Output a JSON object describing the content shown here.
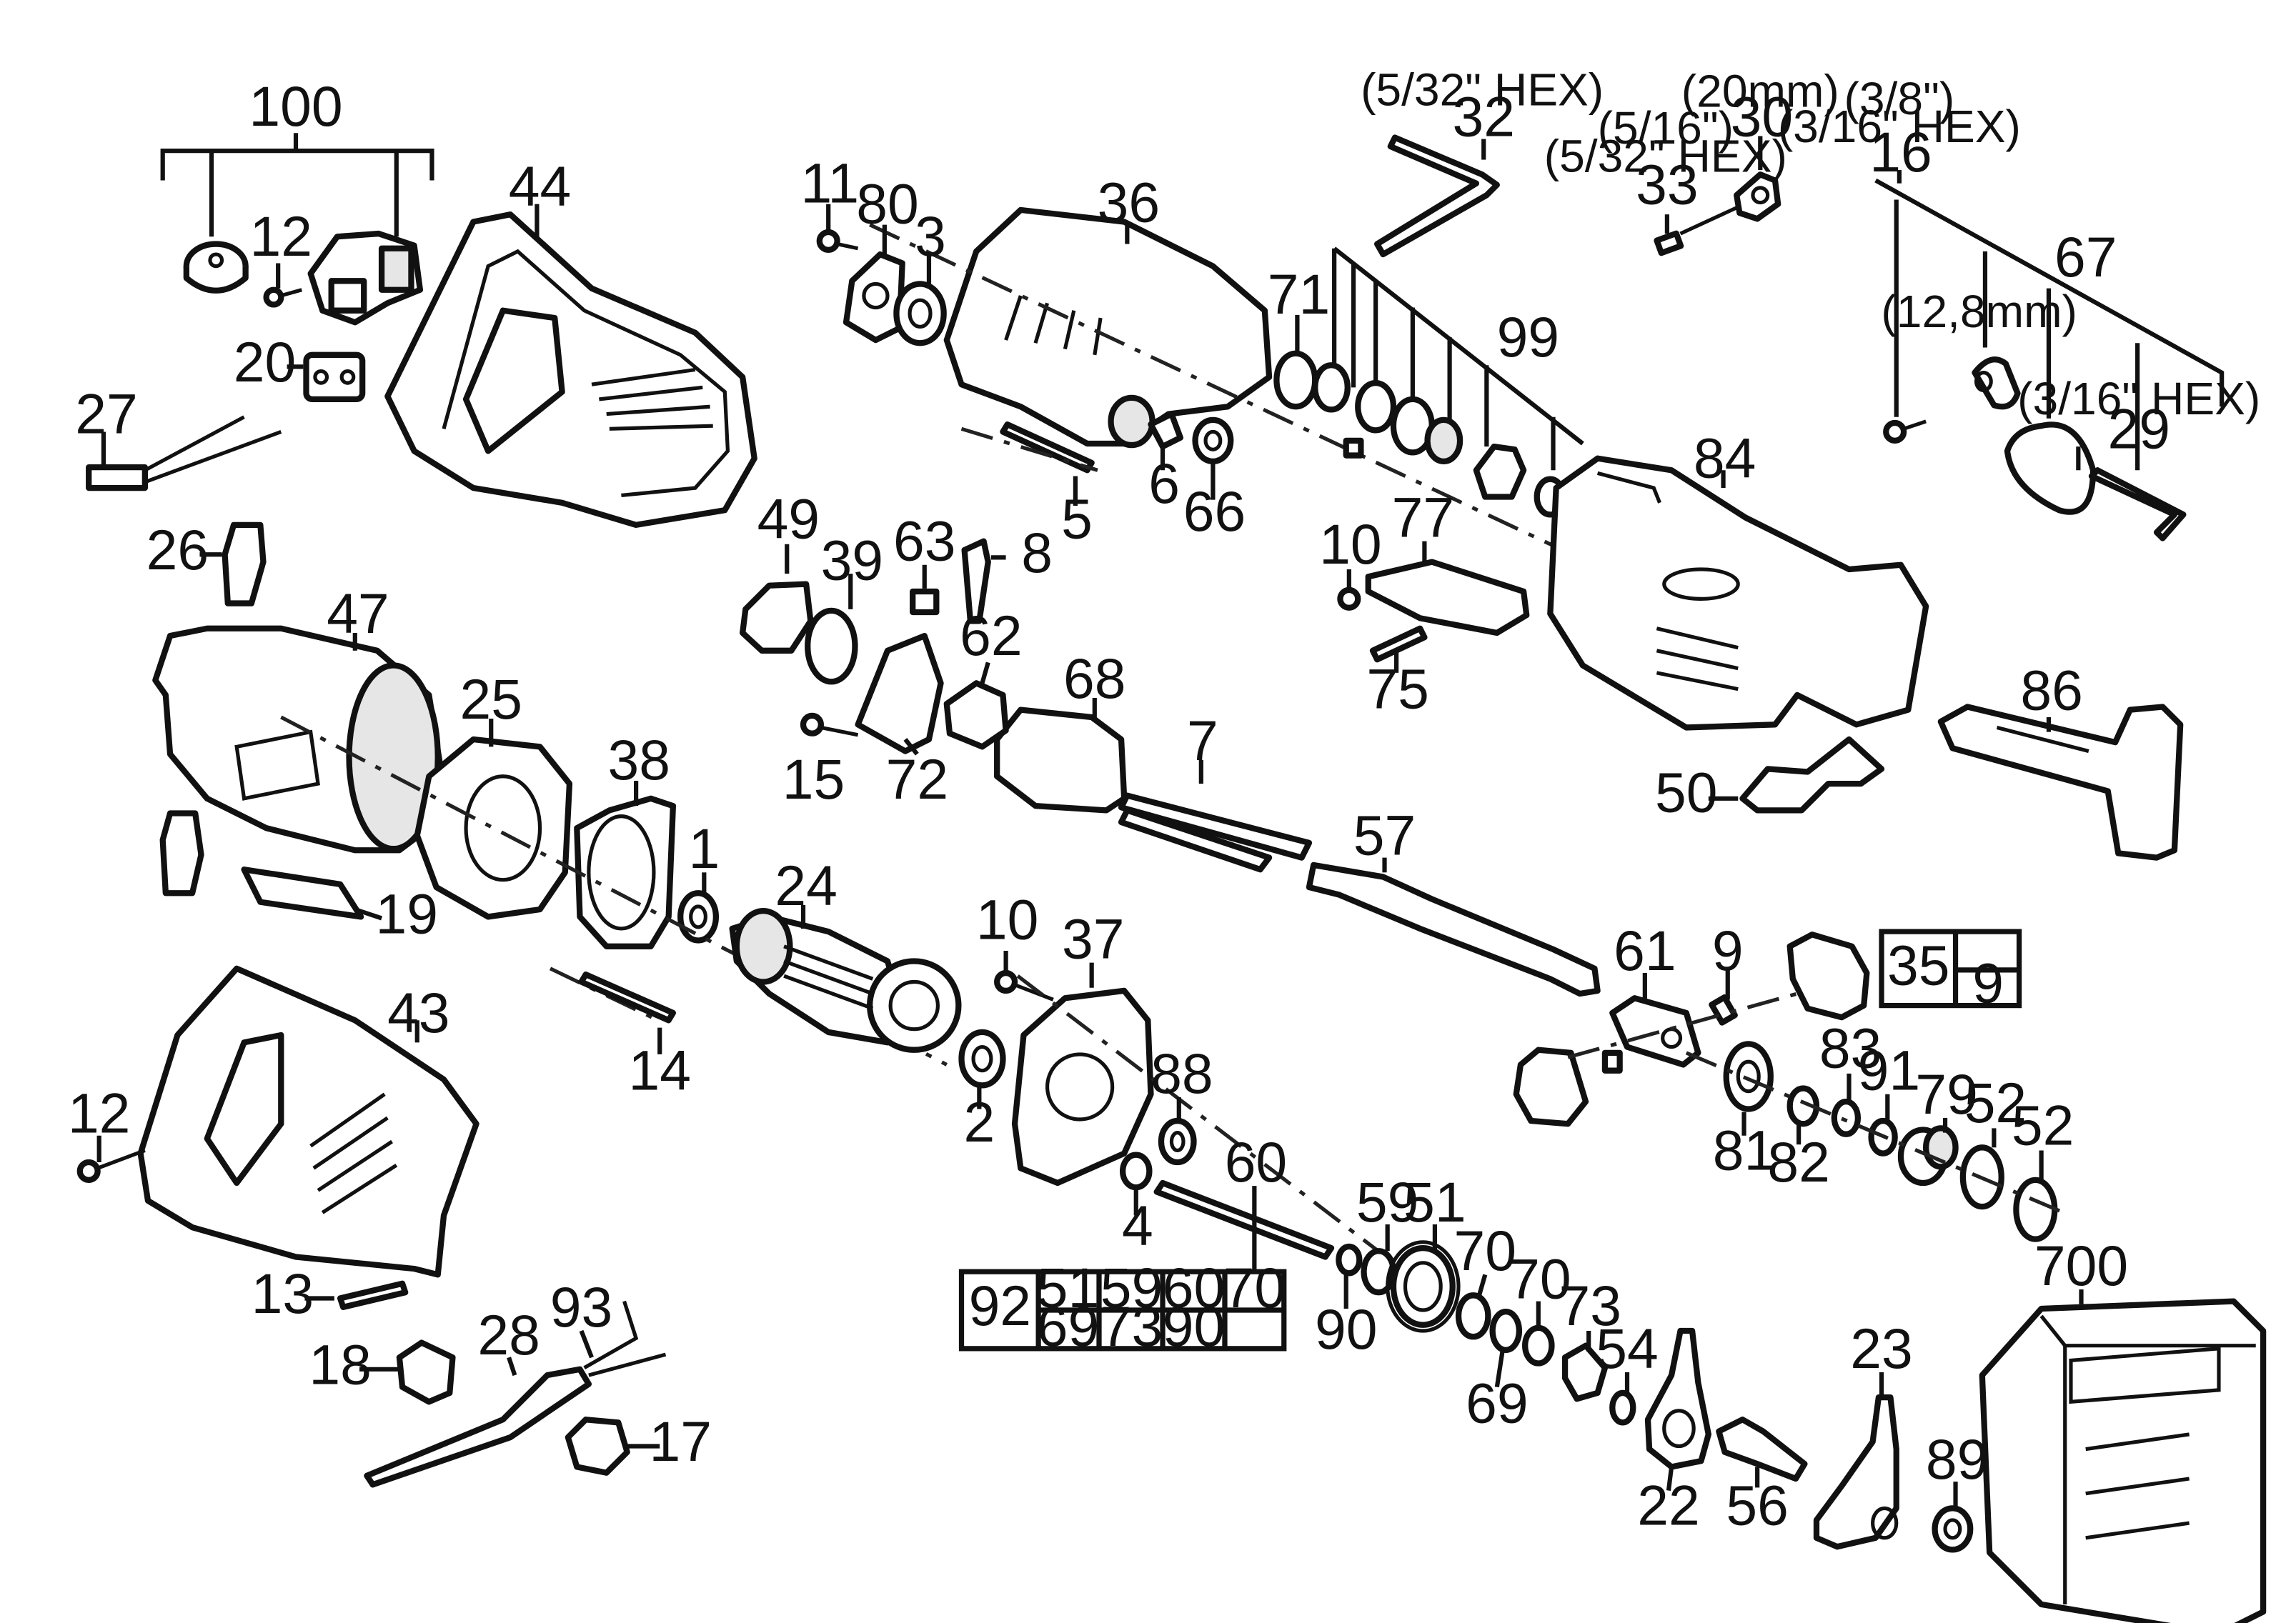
{
  "labels": {
    "l100": "100",
    "l12a": "12",
    "l44": "44",
    "l20": "20",
    "l27": "27",
    "l11": "11",
    "l80": "80",
    "l3": "3",
    "l36": "36",
    "l71": "71",
    "l6": "6",
    "l66": "66",
    "l5": "5",
    "l32": "32",
    "l32s": "(5/32\" HEX)",
    "l33": "33",
    "l33s1": "(5/16\")",
    "l33s2": "(5/32\" HEX)",
    "l30": "30",
    "l30s": "(20mm)",
    "l99": "99",
    "l16": "16",
    "l16s1": "(3/8\")",
    "l16s2": "(3/16\" HEX)",
    "l67": "67",
    "l12mm": "(12,8mm)",
    "l29s": "(3/16\" HEX)",
    "l29": "29",
    "l84": "84",
    "l10a": "10",
    "l77": "77",
    "l75": "75",
    "l86": "86",
    "l50": "50",
    "l26": "26",
    "l47": "47",
    "l49": "49",
    "l39": "39",
    "l63": "63",
    "l8": "8",
    "l62": "62",
    "l15": "15",
    "l72": "72",
    "l68": "68",
    "l7": "7",
    "l25": "25",
    "l38": "38",
    "l19": "19",
    "l1": "1",
    "l24": "24",
    "l57": "57",
    "l61": "61",
    "l9": "9",
    "l14": "14",
    "l10b": "10",
    "l37": "37",
    "l88": "88",
    "l2": "2",
    "l43": "43",
    "l12b": "12",
    "l13": "13",
    "l60": "60",
    "l4": "4",
    "l81": "81",
    "l82": "82",
    "l83": "83",
    "l91": "91",
    "l79": "79",
    "l52a": "52",
    "l52b": "52",
    "l59": "59",
    "l51": "51",
    "l70a": "70",
    "l70b": "70",
    "l73": "73",
    "l90": "90",
    "l69": "69",
    "l54": "54",
    "l23": "23",
    "l22": "22",
    "l56": "56",
    "l89": "89",
    "l700": "700",
    "l93": "93",
    "l28": "28",
    "l18": "18",
    "l17": "17"
  },
  "table_35": {
    "left": "35",
    "right": "9"
  },
  "table_92": {
    "left": "92",
    "row1": [
      "51",
      "59",
      "60",
      "70"
    ],
    "row2": [
      "69",
      "73",
      "90",
      ""
    ]
  }
}
